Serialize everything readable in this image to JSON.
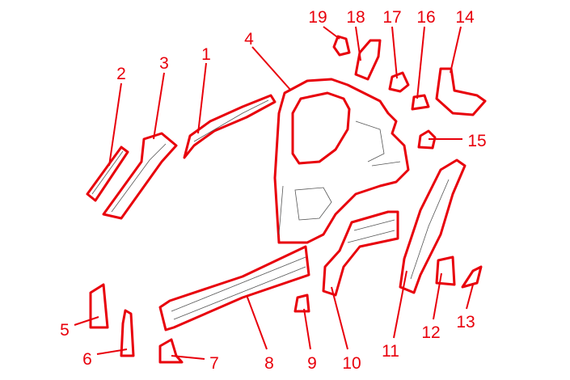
{
  "diagram": {
    "accent_color": "#e8000b",
    "callouts": [
      {
        "id": "1",
        "label": "1"
      },
      {
        "id": "2",
        "label": "2"
      },
      {
        "id": "3",
        "label": "3"
      },
      {
        "id": "4",
        "label": "4"
      },
      {
        "id": "5",
        "label": "5"
      },
      {
        "id": "6",
        "label": "6"
      },
      {
        "id": "7",
        "label": "7"
      },
      {
        "id": "8",
        "label": "8"
      },
      {
        "id": "9",
        "label": "9"
      },
      {
        "id": "10",
        "label": "10"
      },
      {
        "id": "11",
        "label": "11"
      },
      {
        "id": "12",
        "label": "12"
      },
      {
        "id": "13",
        "label": "13"
      },
      {
        "id": "14",
        "label": "14"
      },
      {
        "id": "15",
        "label": "15"
      },
      {
        "id": "16",
        "label": "16"
      },
      {
        "id": "17",
        "label": "17"
      },
      {
        "id": "18",
        "label": "18"
      },
      {
        "id": "19",
        "label": "19"
      }
    ]
  }
}
